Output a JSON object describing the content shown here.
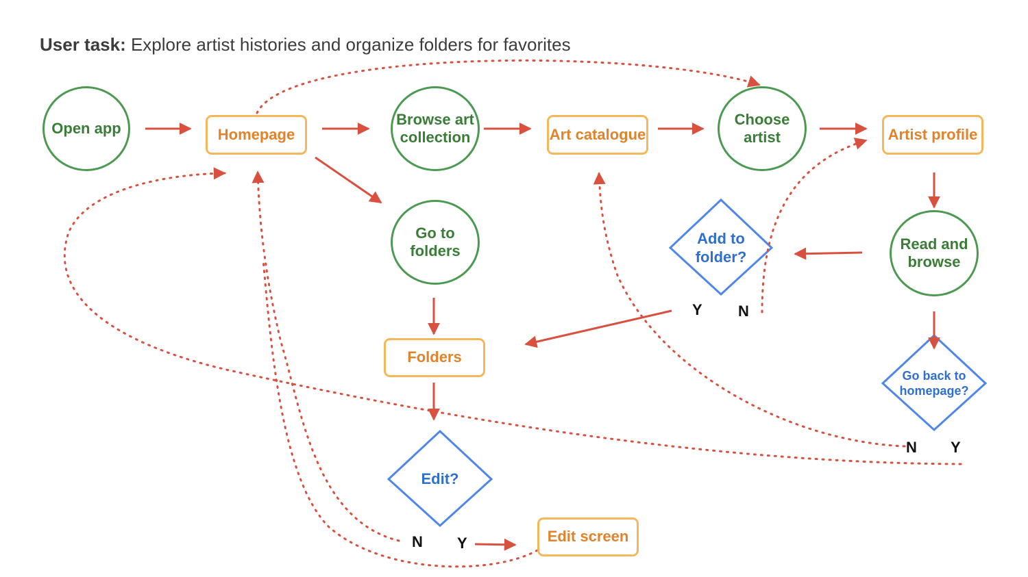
{
  "title": {
    "lead": "User task:",
    "text": " Explore artist histories and organize folders for favorites"
  },
  "nodes": {
    "open_app": "Open app",
    "homepage": "Homepage",
    "browse_art": "Browse art\ncollection",
    "art_catalogue": "Art catalogue",
    "choose_artist": "Choose\nartist",
    "artist_profile": "Artist profile",
    "go_to_folders": "Go to\nfolders",
    "read_browse": "Read and\nbrowse",
    "add_folder": "Add to\nfolder?",
    "folders": "Folders",
    "go_back": "Go back to\nhomepage?",
    "edit": "Edit?",
    "edit_screen": "Edit screen"
  },
  "labels": {
    "add_folder_y": "Y",
    "add_folder_n": "N",
    "go_back_n": "N",
    "go_back_y": "Y",
    "edit_n": "N",
    "edit_y": "Y"
  },
  "colors": {
    "process_border": "#4c9a51",
    "process_text": "#3a7d37",
    "screen_border": "#f6b65a",
    "screen_text": "#e0832a",
    "decision_border": "#4f86ec",
    "decision_text": "#2f6fd0",
    "arrow": "#d9503f"
  }
}
